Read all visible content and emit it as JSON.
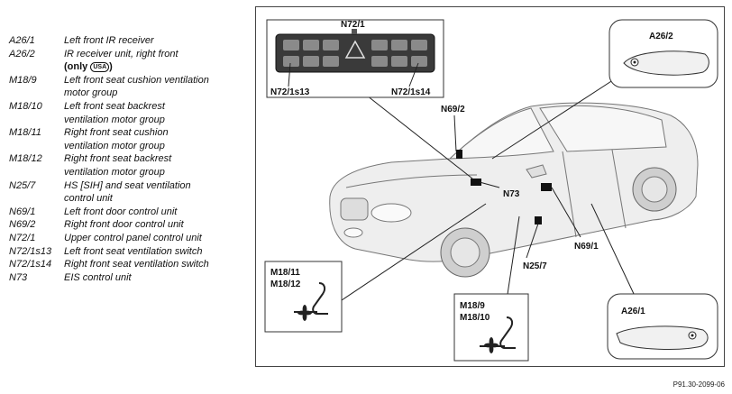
{
  "legend": [
    {
      "code": "A26/1",
      "desc": "Left front IR receiver"
    },
    {
      "code": "A26/2",
      "desc": "IR receiver unit, right front",
      "desc2": "(only ",
      "badge": "USA",
      "desc3": ")"
    },
    {
      "code": "M18/9",
      "desc": "Left front seat cushion ventilation",
      "desc2": "motor group"
    },
    {
      "code": "M18/10",
      "desc": "Left front seat backrest",
      "desc2": "ventilation motor group"
    },
    {
      "code": "M18/11",
      "desc": "Right front seat cushion",
      "desc2": "ventilation motor group"
    },
    {
      "code": "M18/12",
      "desc": "Right front seat backrest",
      "desc2": "ventilation motor group"
    },
    {
      "code": "N25/7",
      "desc": "HS [SIH] and seat ventilation",
      "desc2": "control unit"
    },
    {
      "code": "N69/1",
      "desc": "Left front door control unit"
    },
    {
      "code": "N69/2",
      "desc": "Right front door control unit"
    },
    {
      "code": "N72/1",
      "desc": "Upper control panel control unit"
    },
    {
      "code": "N72/1s13",
      "desc": "Left front seat ventilation switch"
    },
    {
      "code": "N72/1s14",
      "desc": "Right front seat ventilation switch"
    },
    {
      "code": "N73",
      "desc": "EIS control unit"
    }
  ],
  "labels": {
    "n72_1": "N72/1",
    "n72_1s13": "N72/1s13",
    "n72_1s14": "N72/1s14",
    "a26_2": "A26/2",
    "n69_2": "N69/2",
    "n73": "N73",
    "n69_1": "N69/1",
    "n25_7": "N25/7",
    "m18_11": "M18/11",
    "m18_12": "M18/12",
    "m18_9": "M18/9",
    "m18_10": "M18/10",
    "a26_1": "A26/1"
  },
  "reference": "P91.30-2099-06"
}
